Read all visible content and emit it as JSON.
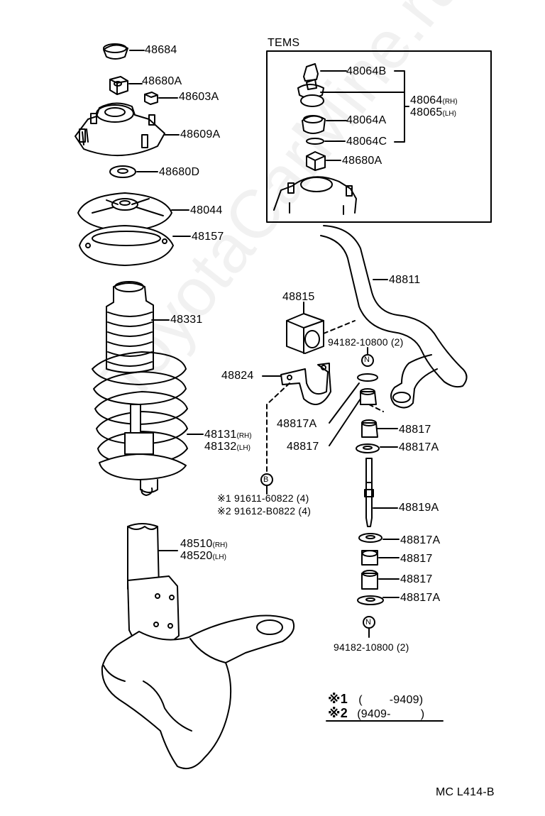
{
  "box_title": "TEMS",
  "code": "MC L414-B",
  "watermark": "ToyotaCarMine.ru",
  "parts": {
    "p48684": "48684",
    "p48680A_top": "48680A",
    "p48603A": "48603A",
    "p48609A": "48609A",
    "p48680D": "48680D",
    "p48044": "48044",
    "p48157": "48157",
    "p48331": "48331",
    "p48131": "48131",
    "p48132": "48132",
    "p48510": "48510",
    "p48520": "48520",
    "tems_48064B": "48064B",
    "tems_48064": "48064",
    "tems_48065": "48065",
    "tems_48064A": "48064A",
    "tems_48064C": "48064C",
    "tems_48680A": "48680A",
    "p48811": "48811",
    "p48815": "48815",
    "p48824": "48824",
    "bolt_upper": "94182-10800 (2)",
    "bolt_lower": "94182-10800 (2)",
    "p48817A_left": "48817A",
    "p48817_left": "48817",
    "p48817_r1": "48817",
    "p48817A_r1": "48817A",
    "p48819A": "48819A",
    "p48817A_r2": "48817A",
    "p48817_r2": "48817",
    "p48817_r3": "48817",
    "p48817A_r3": "48817A",
    "bolt_b1": "※1 91611-60822 (4)",
    "bolt_b2": "※2 91612-B0822 (4)"
  },
  "sides": {
    "rh": "(RH)",
    "lh": "(LH)"
  },
  "circle_marks": {
    "n": "N",
    "b": "B"
  },
  "legend": [
    {
      "mark": "※1",
      "open": "(",
      "from": "",
      "dash": "-",
      "to": "9409",
      "close": ")"
    },
    {
      "mark": "※2",
      "open": "(",
      "from": "9409",
      "dash": "-",
      "to": "",
      "close": ")"
    }
  ]
}
